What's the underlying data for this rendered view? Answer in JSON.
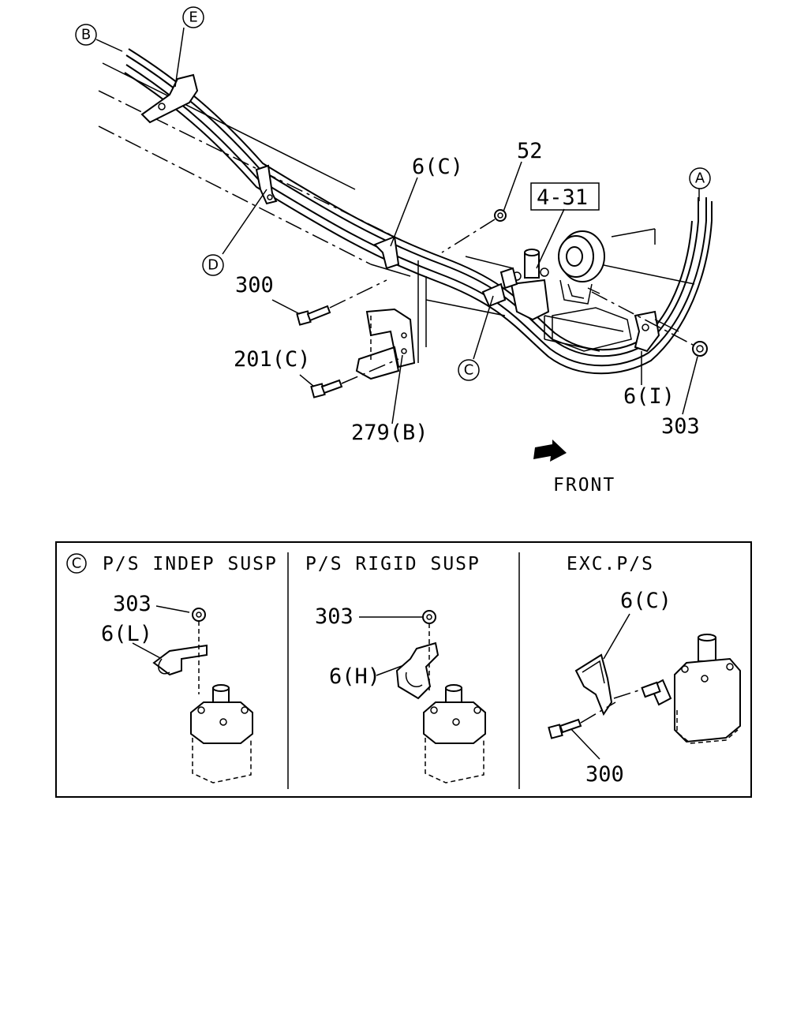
{
  "main": {
    "ref_circles": {
      "b": "B",
      "e": "E",
      "d": "D",
      "a": "A",
      "c": "C"
    },
    "labels": {
      "p6c": "6(C)",
      "p52": "52",
      "p431": "4-31",
      "p300": "300",
      "p201c": "201(C)",
      "p279b": "279(B)",
      "p6i": "6(I)",
      "p303": "303",
      "front": "FRONT"
    }
  },
  "detail": {
    "panel1": {
      "ref": "C",
      "title": "P/S INDEP SUSP",
      "p303": "303",
      "p6l": "6(L)"
    },
    "panel2": {
      "title": "P/S RIGID SUSP",
      "p303": "303",
      "p6h": "6(H)"
    },
    "panel3": {
      "title": "EXC.P/S",
      "p6c": "6(C)",
      "p300": "300"
    }
  }
}
